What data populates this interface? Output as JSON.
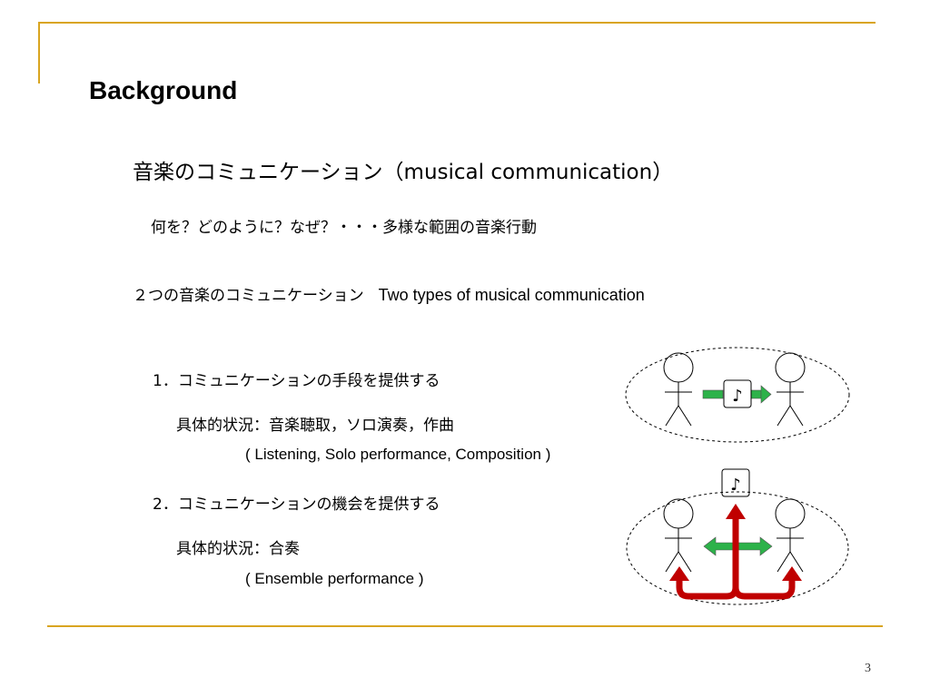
{
  "slide": {
    "title": "Background",
    "heading": "音楽のコミュニケーション（musical communication）",
    "questions": "何を？どのように？なぜ？・・・多様な範囲の音楽行動",
    "types_jp": "２つの音楽のコミュニケーション",
    "types_en": "Two types of musical communication",
    "item1": {
      "title": "1．コミュニケーションの手段を提供する",
      "situation": "具体的状況：音楽聴取，ソロ演奏，作曲",
      "english": "( Listening, Solo performance, Composition )"
    },
    "item2": {
      "title": "2．コミュニケーションの機会を提供する",
      "situation": "具体的状況：合奏",
      "english": "( Ensemble performance )"
    },
    "page_number": "3"
  },
  "diagram": {
    "note_symbol": "♪",
    "colors": {
      "green": "#2db24a",
      "red": "#c00000",
      "frame": "#d9a520"
    }
  }
}
